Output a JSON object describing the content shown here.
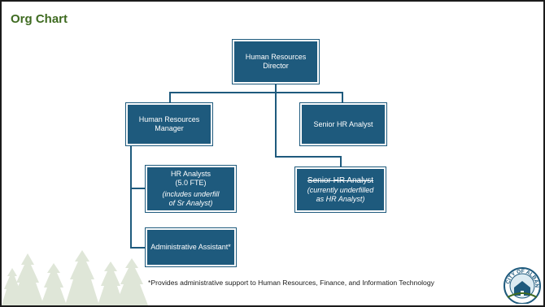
{
  "slide": {
    "title": "Org Chart",
    "footnote": "*Provides administrative support to Human Resources, Finance, and Information Technology"
  },
  "org": {
    "director": {
      "line1": "Human Resources",
      "line2": "Director"
    },
    "manager": {
      "line1": "Human Resources",
      "line2": "Manager"
    },
    "senior_analyst": {
      "label": "Senior HR Analyst"
    },
    "hr_analysts": {
      "line1": "HR Analysts",
      "line2": "(5.0 FTE)",
      "note1": "(includes underfill",
      "note2": "of Sr Analyst)"
    },
    "senior_underfilled": {
      "label": "Senior HR Analyst",
      "note1": "(currently underfilled",
      "note2": "as HR Analyst)"
    },
    "admin_assistant": {
      "label": "Administrative Assistant*"
    }
  },
  "seal": {
    "text": "CITY OF ALBANY"
  },
  "colors": {
    "box": "#1e5a7d",
    "title": "#3f6b21",
    "tree": "#dfe6d8"
  }
}
